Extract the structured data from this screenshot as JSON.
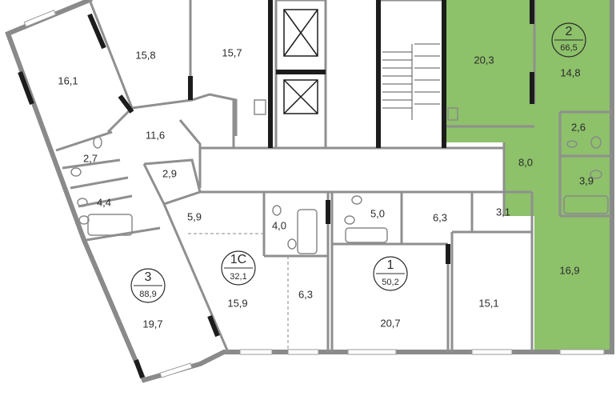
{
  "plan": {
    "highlight_color": "#8dc16a",
    "units": [
      {
        "id": "2",
        "total_area": "66,5",
        "highlighted": true
      },
      {
        "id": "3",
        "total_area": "88,9",
        "highlighted": false
      },
      {
        "id": "1С",
        "total_area": "32,1",
        "highlighted": false
      },
      {
        "id": "1",
        "total_area": "50,2",
        "highlighted": false
      }
    ],
    "rooms": [
      "15,8",
      "15,7",
      "16,1",
      "11,6",
      "2,7",
      "2,9",
      "4,4",
      "19,7",
      "5,9",
      "4,0",
      "15,9",
      "6,3",
      "5,0",
      "6,3",
      "3,1",
      "20,7",
      "15,1",
      "20,3",
      "14,8",
      "2,6",
      "8,0",
      "3,9",
      "16,9"
    ]
  }
}
